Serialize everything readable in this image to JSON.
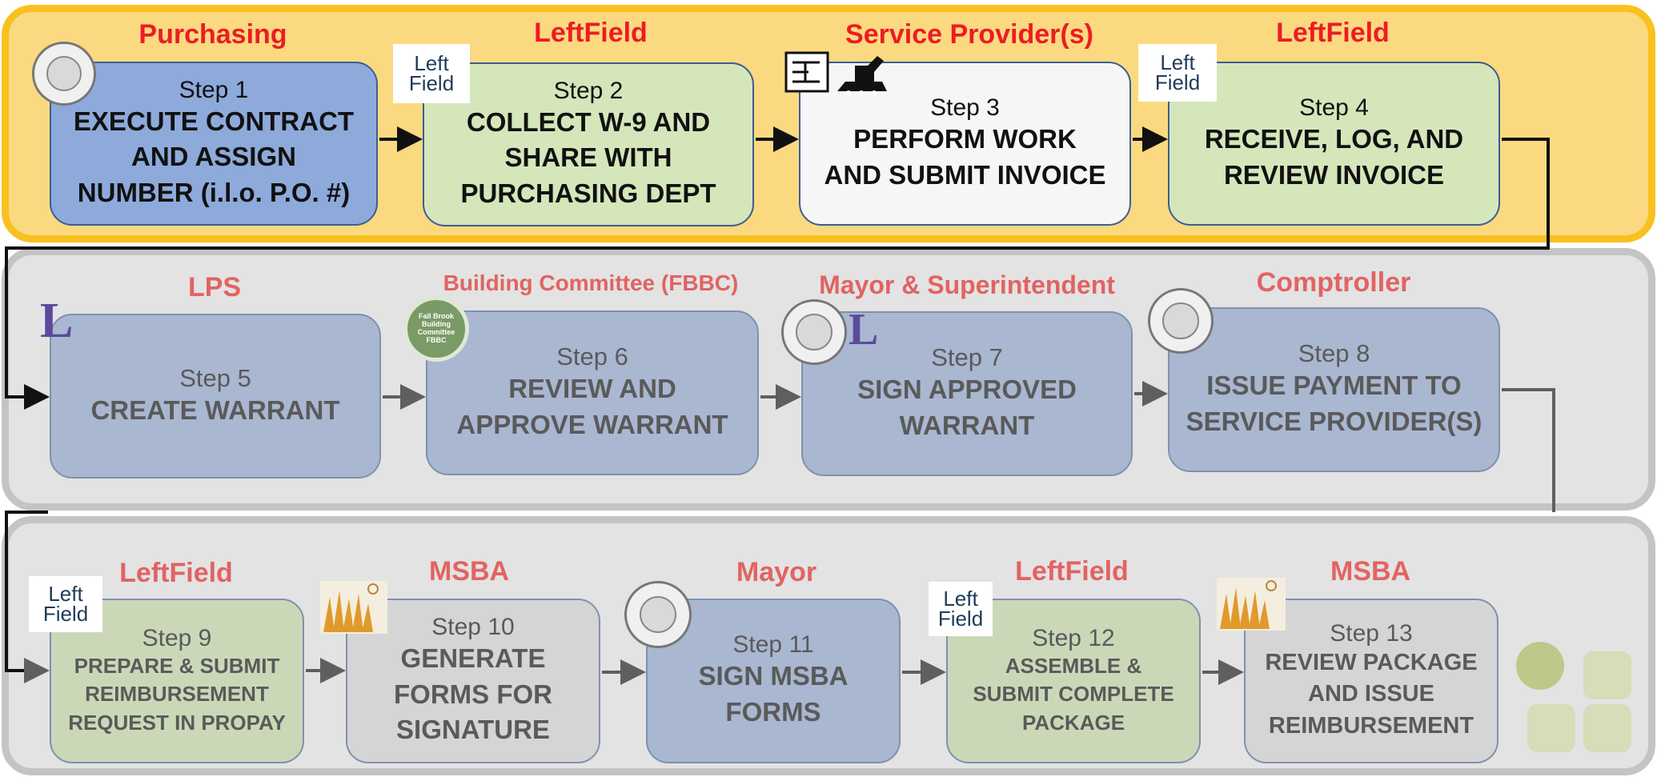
{
  "rows": [
    {
      "actors": [
        "Purchasing",
        "LeftField",
        "Service Provider(s)",
        "LeftField"
      ],
      "steps": [
        {
          "num": "Step 1",
          "title": [
            "EXECUTE CONTRACT",
            "AND ASSIGN",
            "NUMBER (i.l.o. P.O. #)"
          ]
        },
        {
          "num": "Step 2",
          "title": [
            "COLLECT W-9 AND",
            "SHARE WITH",
            "PURCHASING DEPT"
          ]
        },
        {
          "num": "Step 3",
          "title": [
            "PERFORM WORK",
            "AND SUBMIT INVOICE"
          ]
        },
        {
          "num": "Step 4",
          "title": [
            "RECEIVE, LOG, AND",
            "REVIEW INVOICE"
          ]
        }
      ]
    },
    {
      "actors": [
        "LPS",
        "Building Committee (FBBC)",
        "Mayor & Superintendent",
        "Comptroller"
      ],
      "steps": [
        {
          "num": "Step 5",
          "title": [
            "CREATE WARRANT"
          ]
        },
        {
          "num": "Step 6",
          "title": [
            "REVIEW AND",
            "APPROVE WARRANT"
          ]
        },
        {
          "num": "Step 7",
          "title": [
            "SIGN APPROVED",
            "WARRANT"
          ]
        },
        {
          "num": "Step 8",
          "title": [
            "ISSUE PAYMENT TO",
            "SERVICE PROVIDER(S)"
          ]
        }
      ]
    },
    {
      "actors": [
        "LeftField",
        "MSBA",
        "Mayor",
        "LeftField",
        "MSBA"
      ],
      "steps": [
        {
          "num": "Step 9",
          "title": [
            "PREPARE & SUBMIT",
            "REIMBURSEMENT",
            "REQUEST IN PROPAY"
          ]
        },
        {
          "num": "Step 10",
          "title": [
            "GENERATE",
            "FORMS FOR",
            "SIGNATURE"
          ]
        },
        {
          "num": "Step 11",
          "title": [
            "SIGN MSBA",
            "FORMS"
          ]
        },
        {
          "num": "Step 12",
          "title": [
            "ASSEMBLE &",
            "SUBMIT COMPLETE",
            "PACKAGE"
          ]
        },
        {
          "num": "Step 13",
          "title": [
            "REVIEW PACKAGE",
            "AND ISSUE",
            "REIMBURSEMENT"
          ]
        }
      ]
    }
  ],
  "logos": {
    "leftfield_line1": "Left",
    "leftfield_line2": "Field",
    "fbbc_text": "Fall Brook Building Committee FBBC",
    "lps_letter": "L"
  },
  "colors": {
    "top_band": "#fbd980",
    "top_border": "#f9c11f",
    "gray_band": "#e3e3e3",
    "actor_red": "#ec1c24",
    "actor_dim_red": "#e26363"
  }
}
